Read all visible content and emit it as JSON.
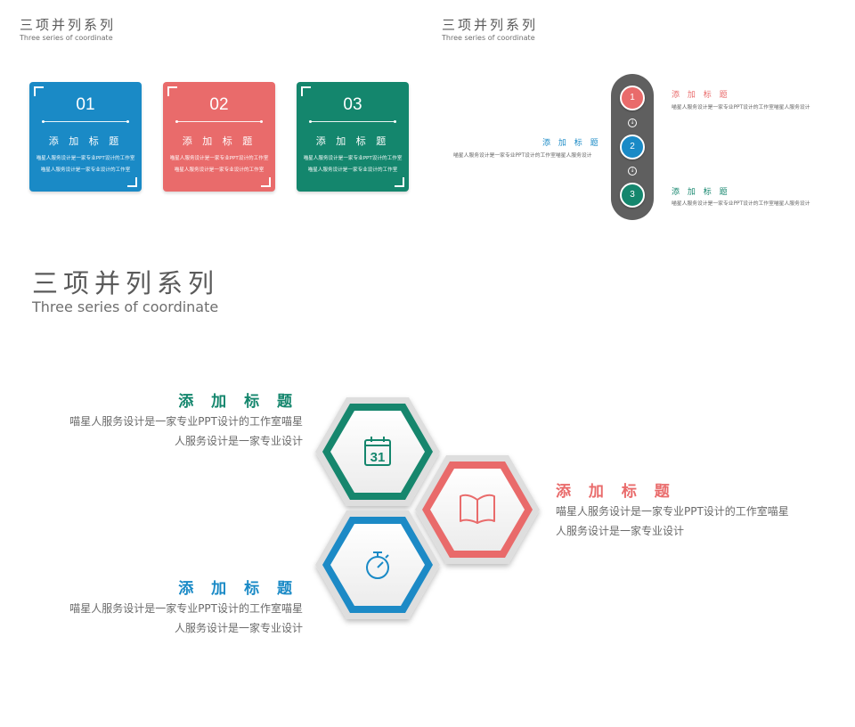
{
  "section_title": "三项并列系列",
  "section_subtitle": "Three series of coordinate",
  "colors": {
    "blue": "#1a8ac6",
    "red": "#e96b6b",
    "green": "#14866d",
    "gray": "#5f5f5f"
  },
  "cards": [
    {
      "number": "01",
      "title": "添 加 标 题",
      "desc1": "喵星人服务设计是一家专业PPT设计的工作室",
      "desc2": "喵星人服务设计是一家专业设计的工作室"
    },
    {
      "number": "02",
      "title": "添 加 标 题",
      "desc1": "喵星人服务设计是一家专业PPT设计的工作室",
      "desc2": "喵星人服务设计是一家专业设计的工作室"
    },
    {
      "number": "03",
      "title": "添 加 标 题",
      "desc1": "喵星人服务设计是一家专业PPT设计的工作室",
      "desc2": "喵星人服务设计是一家专业设计的工作室"
    }
  ],
  "timeline": {
    "steps": [
      "1",
      "2",
      "3"
    ],
    "left": {
      "title": "添 加 标 题",
      "desc": "喵星人服务设计是一家专业PPT设计的工作室喵星人服务设计"
    },
    "right_top": {
      "title": "添 加 标 题",
      "desc": "喵星人服务设计是一家专业PPT设计的工作室喵星人服务设计"
    },
    "right_bottom": {
      "title": "添 加 标 题",
      "desc": "喵星人服务设计是一家专业PPT设计的工作室喵星人服务设计"
    }
  },
  "hexes": {
    "calendar_day": "31",
    "top_left": {
      "title": "添 加 标 题",
      "line1": "喵星人服务设计是一家专业PPT设计的工作室喵星",
      "line2": "人服务设计是一家专业设计"
    },
    "right": {
      "title": "添 加 标 题",
      "line1": "喵星人服务设计是一家专业PPT设计的工作室喵星",
      "line2": "人服务设计是一家专业设计"
    },
    "bottom_left": {
      "title": "添 加 标 题",
      "line1": "喵星人服务设计是一家专业PPT设计的工作室喵星",
      "line2": "人服务设计是一家专业设计"
    }
  }
}
